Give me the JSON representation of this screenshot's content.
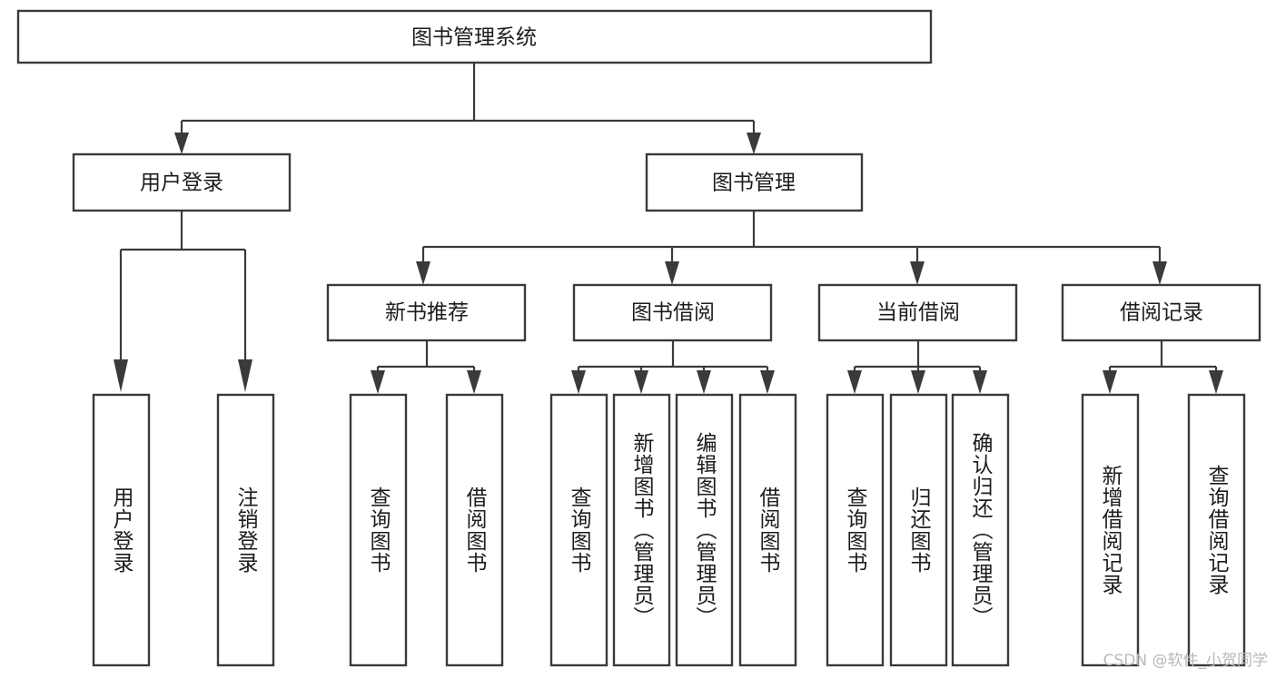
{
  "diagram": {
    "title": "图书管理系统",
    "type": "hierarchy-tree",
    "root": {
      "label": "图书管理系统",
      "name": "root-node"
    },
    "level2": [
      {
        "label": "用户登录",
        "name": "node-user-login"
      },
      {
        "label": "图书管理",
        "name": "node-book-management"
      }
    ],
    "level3": [
      {
        "label": "新书推荐",
        "name": "node-new-book-recommend"
      },
      {
        "label": "图书借阅",
        "name": "node-book-borrow"
      },
      {
        "label": "当前借阅",
        "name": "node-current-borrow"
      },
      {
        "label": "借阅记录",
        "name": "node-borrow-record"
      }
    ],
    "leaves": {
      "user_login": [
        {
          "label": "用户登录"
        },
        {
          "label": "注销登录"
        }
      ],
      "new_book_recommend": [
        {
          "label": "查询图书"
        },
        {
          "label": "借阅图书"
        }
      ],
      "book_borrow": [
        {
          "label": "查询图书"
        },
        {
          "label": "新增图书（管理员）"
        },
        {
          "label": "编辑图书（管理员）"
        },
        {
          "label": "借阅图书"
        }
      ],
      "current_borrow": [
        {
          "label": "查询图书"
        },
        {
          "label": "归还图书"
        },
        {
          "label": "确认归还（管理员）"
        }
      ],
      "borrow_record": [
        {
          "label": "新增借阅记录"
        },
        {
          "label": "查询借阅记录"
        }
      ]
    }
  },
  "watermark": {
    "text": "CSDN @软件_小贺同学"
  },
  "colors": {
    "box_stroke": "#3a3a3a",
    "box_fill": "#ffffff",
    "text": "#1c1c1c",
    "watermark": "#b9b9b9",
    "background": "#ffffff"
  }
}
